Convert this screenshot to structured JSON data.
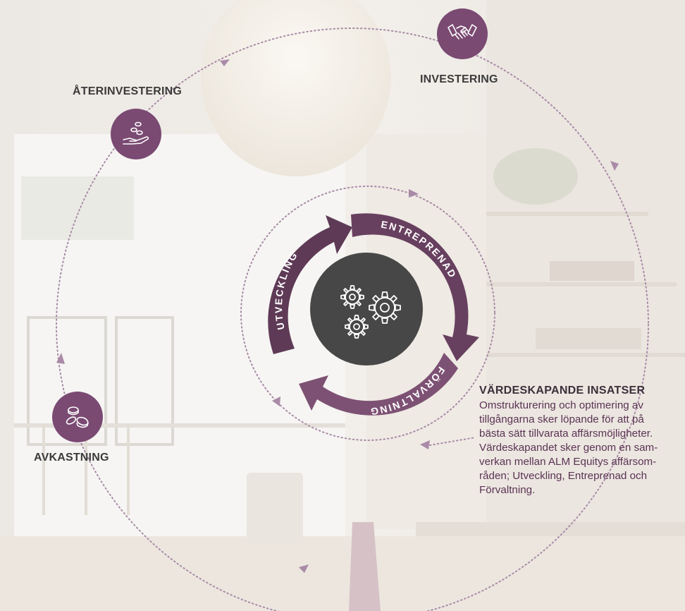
{
  "colors": {
    "accent": "#7a4a72",
    "arrow_dark": "#5e3a56",
    "arrow_light": "#7d5174",
    "center": "#474747",
    "dotted": "#a084a0"
  },
  "outer_cycle": {
    "investering": {
      "label": "INVESTERING",
      "icon": "handshake-icon"
    },
    "aterinvestering": {
      "label": "ÅTERINVESTERING",
      "icon": "coins-hand-icon"
    },
    "avkastning": {
      "label": "AVKASTNING",
      "icon": "coins-icon"
    }
  },
  "inner_cycle": {
    "segments": [
      "UTVECKLING",
      "ENTREPRENAD",
      "FÖRVALTNING"
    ],
    "center_icon": "gears-icon"
  },
  "info": {
    "heading": "VÄRDESKAPANDE INSATSER",
    "lines": [
      "Omstrukturering och optimering av",
      "tillgångarna sker löpande för att på",
      "bästa sätt tillvarata affärsmöjligheter.",
      "Värdeskapandet sker genom en sam-",
      "verkan mellan ALM Equitys affärsom-",
      "råden; Utveckling, Entreprenad och",
      "Förvaltning."
    ]
  }
}
